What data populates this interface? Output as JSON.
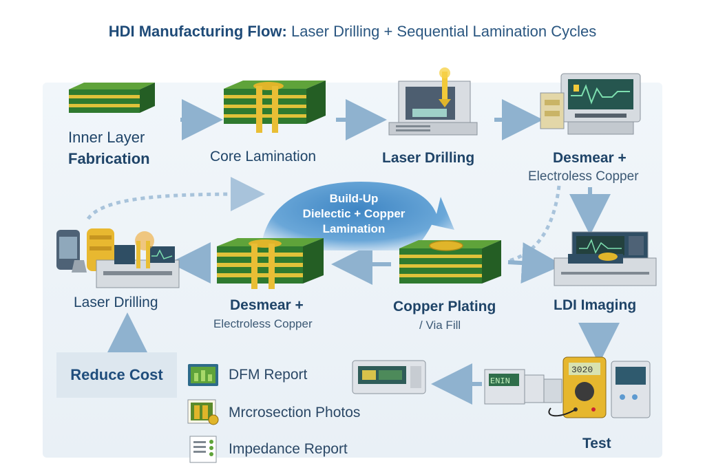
{
  "title": {
    "bold": "HDI Manufacturing Flow:",
    "normal": "Laser Drilling + Sequential Lamination Cycles"
  },
  "steps": {
    "inner_layer": {
      "line1": "Inner Layer",
      "line2": "Fabrication"
    },
    "core_lamination": {
      "label": "Core Lamination"
    },
    "laser_drilling_top": {
      "label": "Laser Drilling"
    },
    "desmear_top": {
      "label": "Desmear +",
      "sub": "Electroless Copper"
    },
    "buildup": {
      "line1": "Build-Up",
      "line2": "Dielectic + Copper",
      "line3": "Lamination"
    },
    "laser_drilling_mid": {
      "label": "Laser Drilling"
    },
    "desmear_mid": {
      "label": "Desmear +",
      "sub": "Electroless Copper"
    },
    "copper_plating": {
      "label": "Copper Plating",
      "sub": "/ Via Fill"
    },
    "ldi_imaging": {
      "label": "LDI Imaging"
    },
    "test": {
      "label": "Test",
      "meter_readout": "3020",
      "screen_text": "ENIN"
    }
  },
  "reduce_cost": "Reduce Cost",
  "deliverables": [
    {
      "label": "DFM Report",
      "icon": "dfm-report-icon"
    },
    {
      "label": "Mrcrosection Photos",
      "icon": "microsection-photo-icon"
    },
    {
      "label": "Impedance Report",
      "icon": "impedance-report-icon"
    }
  ],
  "colors": {
    "pcb_green": "#2f7a2f",
    "copper_gold": "#e0b52a",
    "arrow_blue": "#8fb2cf",
    "title_blue": "#1f4b78"
  }
}
